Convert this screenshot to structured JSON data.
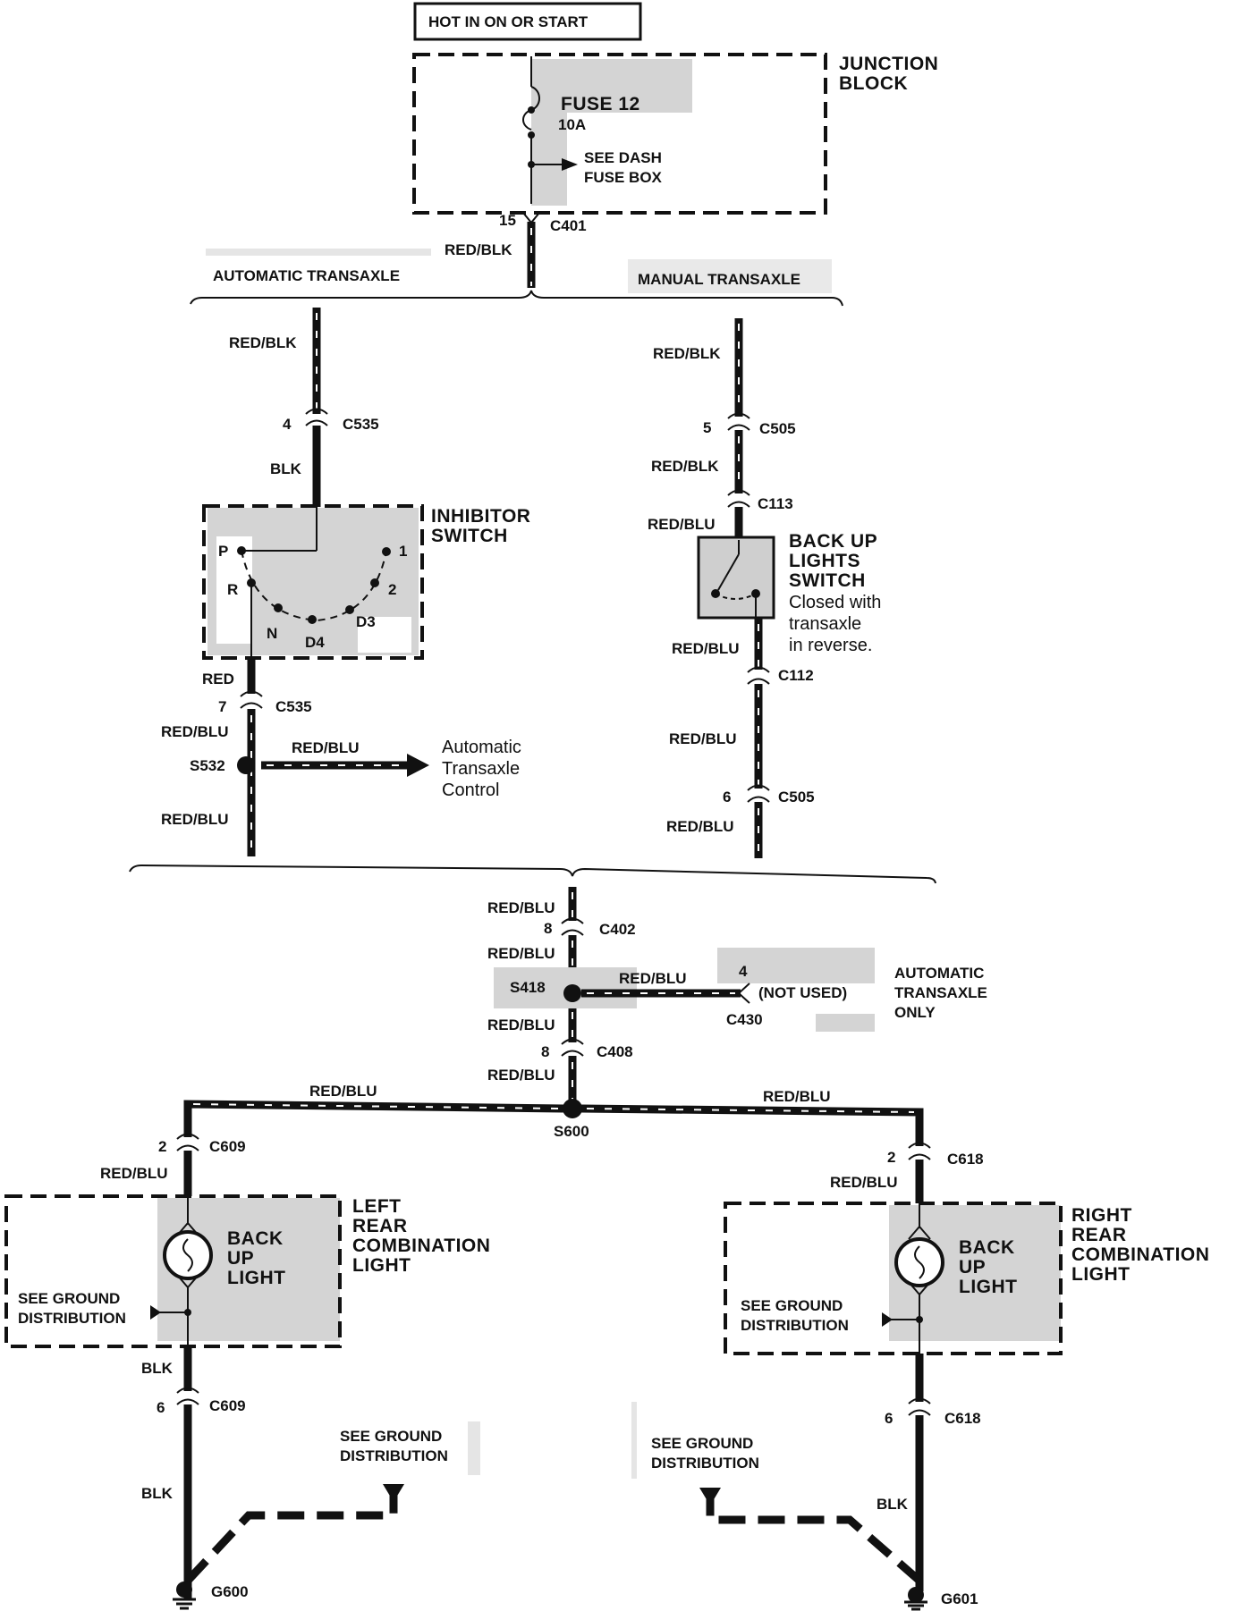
{
  "source": {
    "label": "HOT IN ON OR START"
  },
  "junction_block": {
    "title_line1": "JUNCTION",
    "title_line2": "BLOCK",
    "fuse": "FUSE 12",
    "rating": "10A",
    "note_line1": "SEE DASH",
    "note_line2": "FUSE BOX"
  },
  "connectors": {
    "c401_pin": "15",
    "c401": "C401",
    "c535_pin_top": "4",
    "c535_top": "C535",
    "c535_pin_bot": "7",
    "c535_bot": "C535",
    "c505_pin_top": "5",
    "c505_top": "C505",
    "c113": "C113",
    "c112": "C112",
    "c505_pin_bot": "6",
    "c505_bot": "C505",
    "c402_pin": "8",
    "c402": "C402",
    "c430_pin": "4",
    "c430": "C430",
    "c408_pin": "8",
    "c408": "C408",
    "c609_pin_top": "2",
    "c609_top": "C609",
    "c618_pin_top": "2",
    "c618_top": "C618",
    "c609_pin_bot": "6",
    "c609_bot": "C609",
    "c618_pin_bot": "6",
    "c618_bot": "C618"
  },
  "splices": {
    "s532": "S532",
    "s418": "S418",
    "s600": "S600"
  },
  "grounds": {
    "g600": "G600",
    "g601": "G601"
  },
  "wires": {
    "red_blk": "RED/BLK",
    "blk": "BLK",
    "red": "RED",
    "red_blu": "RED/BLU"
  },
  "branches": {
    "automatic": "AUTOMATIC TRANSAXLE",
    "manual": "MANUAL TRANSAXLE"
  },
  "inhibitor_switch": {
    "title_line1": "INHIBITOR",
    "title_line2": "SWITCH",
    "positions": [
      "P",
      "R",
      "N",
      "D4",
      "D3",
      "2",
      "1"
    ]
  },
  "backup_switch": {
    "title_line1": "BACK UP",
    "title_line2": "LIGHTS",
    "title_line3": "SWITCH",
    "note_line1": "Closed with",
    "note_line2": "transaxle",
    "note_line3": "in reverse."
  },
  "atc": {
    "line1": "Automatic",
    "line2": "Transaxle",
    "line3": "Control"
  },
  "not_used": "(NOT USED)",
  "automatic_only": {
    "line1": "AUTOMATIC",
    "line2": "TRANSAXLE",
    "line3": "ONLY"
  },
  "left_light": {
    "title_line1": "LEFT",
    "title_line2": "REAR",
    "title_line3": "COMBINATION",
    "title_line4": "LIGHT",
    "bulb_line1": "BACK",
    "bulb_line2": "UP",
    "bulb_line3": "LIGHT"
  },
  "right_light": {
    "title_line1": "RIGHT",
    "title_line2": "REAR",
    "title_line3": "COMBINATION",
    "title_line4": "LIGHT",
    "bulb_line1": "BACK",
    "bulb_line2": "UP",
    "bulb_line3": "LIGHT"
  },
  "ground_dist": {
    "line1": "SEE GROUND",
    "line2": "DISTRIBUTION"
  }
}
